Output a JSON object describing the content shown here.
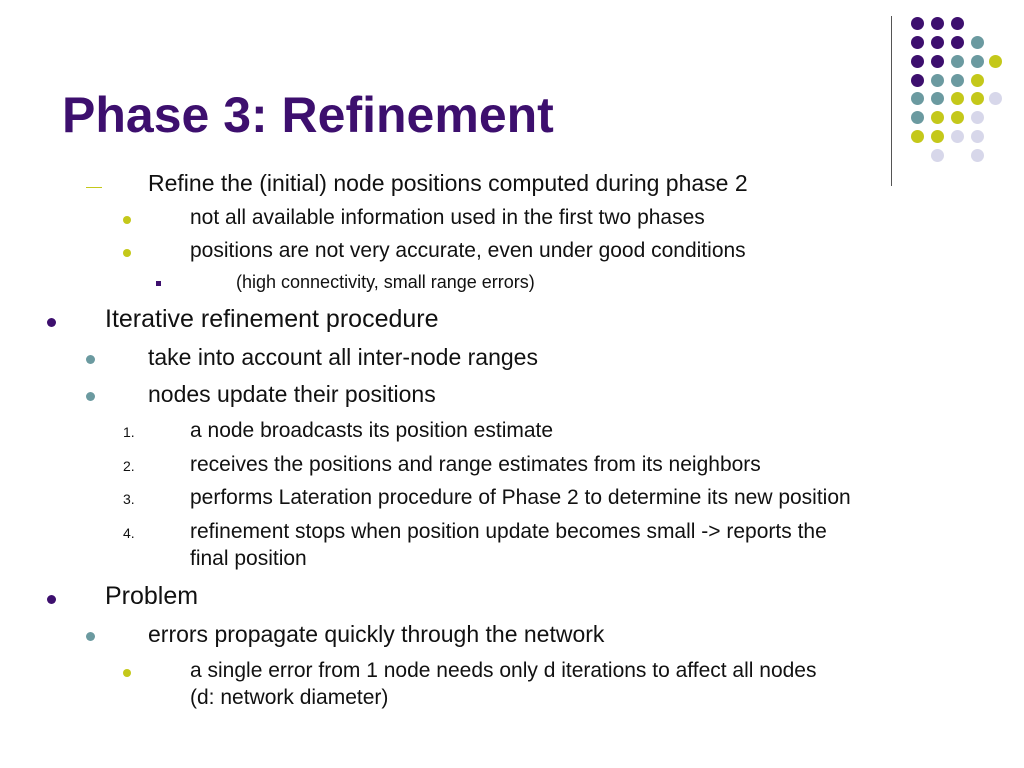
{
  "slide": {
    "title": "Phase 3: Refinement",
    "colors": {
      "title": "#3d0f6e",
      "purple": "#3d0f6e",
      "teal": "#6b9aa0",
      "yellow": "#c4c81a",
      "lavender": "#d7d7ea"
    }
  },
  "content": {
    "intro": "Refine the (initial) node positions computed during phase 2",
    "intro_sub1": "not all available information used in the first two phases",
    "intro_sub2": "positions are not very accurate, even under good conditions",
    "intro_sub2_note": "(high connectivity, small range errors)",
    "iterative": "Iterative refinement procedure",
    "iter_sub1": "take into account all inter-node ranges",
    "iter_sub2": "nodes update their positions",
    "steps": [
      {
        "num": "1.",
        "text": "a node broadcasts its position estimate"
      },
      {
        "num": "2.",
        "text": "receives the positions and range estimates from its neighbors"
      },
      {
        "num": "3.",
        "text": "performs Lateration procedure of Phase 2 to determine its new position"
      },
      {
        "num": "4.",
        "text": "refinement stops when position update becomes small -> reports the",
        "text2": "final position"
      }
    ],
    "problem": "Problem",
    "prob_sub1": "errors propagate quickly through the network",
    "prob_sub1_detail": "a single error from 1 node needs only d iterations to affect all nodes",
    "prob_sub1_detail2": "(d: network diameter)"
  }
}
